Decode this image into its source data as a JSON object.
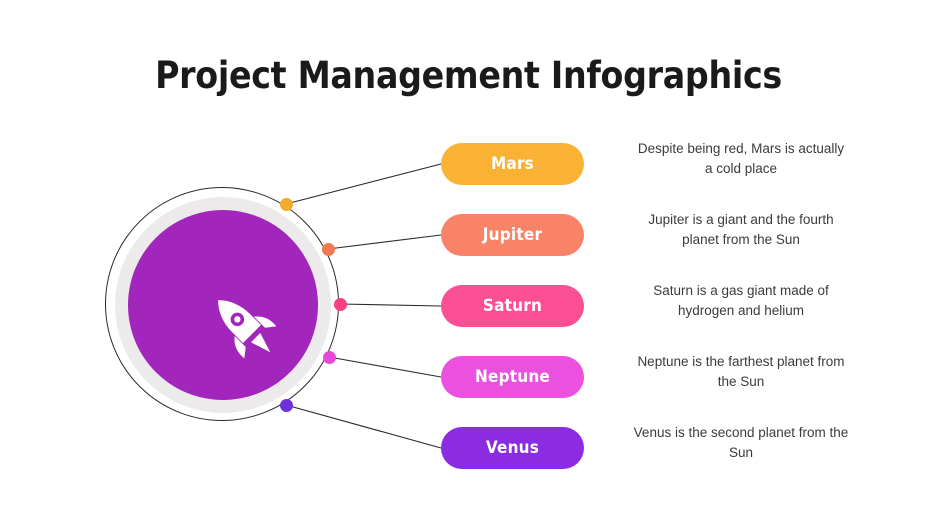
{
  "slide": {
    "title": "Project Management Infographics",
    "background_color": "#ffffff",
    "center_graphic": {
      "icon": "rocket-icon",
      "core_color": "#a326bc",
      "ring_color": "#eceaea",
      "outline_color": "#2b2b2b"
    }
  },
  "items": [
    {
      "label": "Mars",
      "description": "Despite being red, Mars is actually a cold place",
      "color": "#f9b233",
      "dot_color": "#f3ab2b"
    },
    {
      "label": "Jupiter",
      "description": "Jupiter is a giant and the fourth planet from the Sun",
      "color": "#f98368",
      "dot_color": "#f07b4f"
    },
    {
      "label": "Saturn",
      "description": "Saturn is a gas giant made of hydrogen and helium",
      "color": "#fb4f93",
      "dot_color": "#f8417f"
    },
    {
      "label": "Neptune",
      "description": "Neptune is the farthest planet from the Sun",
      "color": "#eb50de",
      "dot_color": "#e44ad8"
    },
    {
      "label": "Venus",
      "description": "Venus is the second planet from the Sun",
      "color": "#8b2be2",
      "dot_color": "#6d30d9"
    }
  ]
}
